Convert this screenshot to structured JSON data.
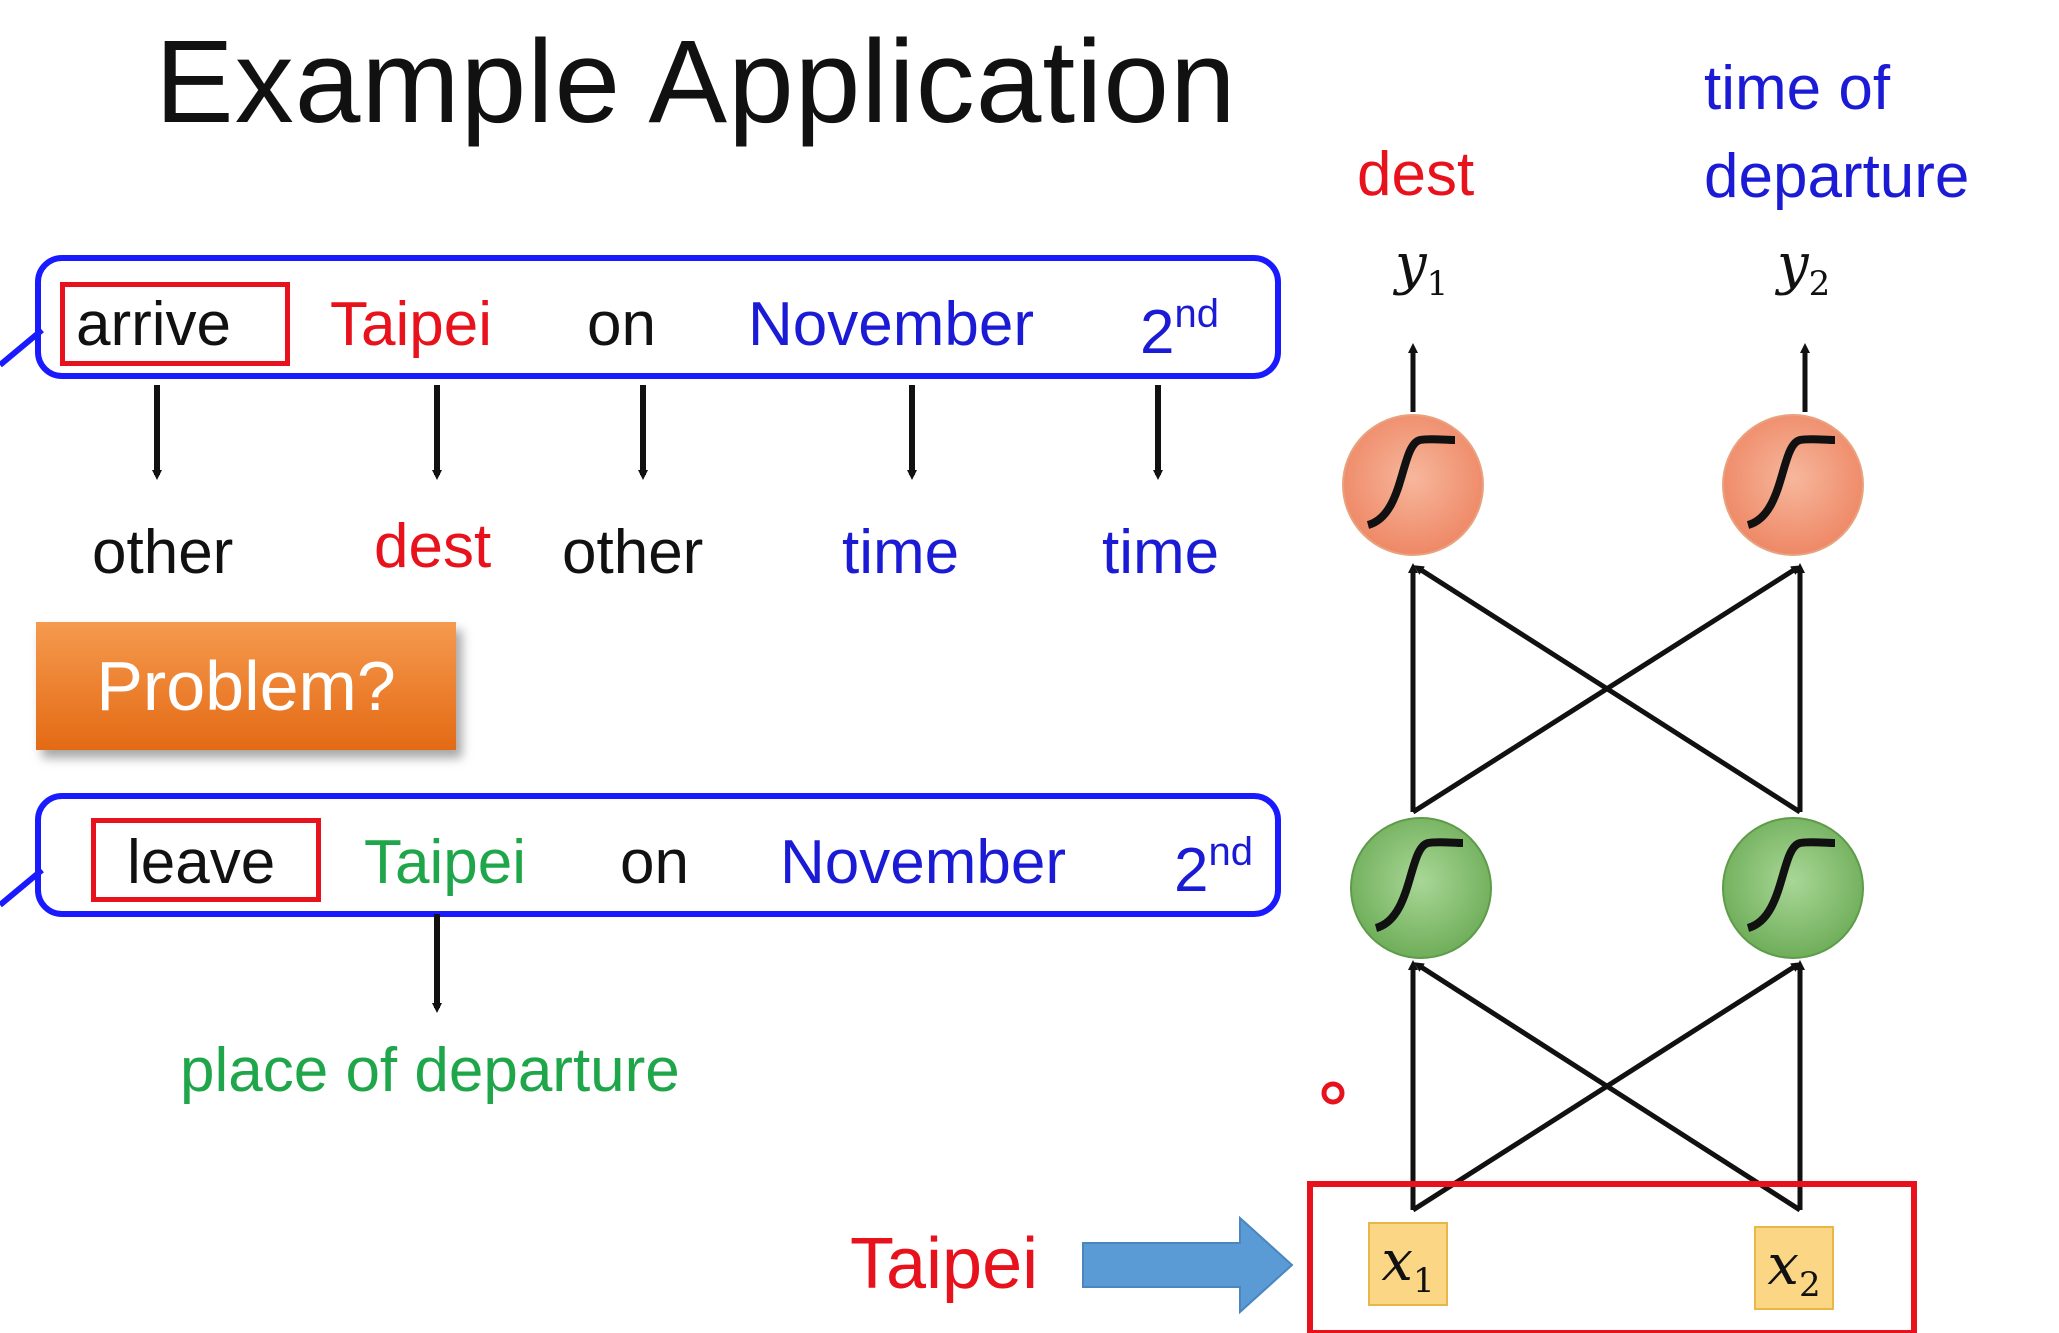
{
  "title": "Example Application",
  "sentence1": {
    "words": [
      "arrive",
      "Taipei",
      "on",
      "November",
      "2",
      "nd"
    ],
    "labels": [
      "other",
      "dest",
      "other",
      "time",
      "time"
    ]
  },
  "problem_label": "Problem?",
  "sentence2": {
    "words": [
      "leave",
      "Taipei",
      "on",
      "November",
      "2",
      "nd"
    ],
    "label": "place of departure"
  },
  "network": {
    "output_labels": {
      "dest": "dest",
      "time_of": "time of",
      "departure": "departure"
    },
    "outputs": {
      "y": "y",
      "sub1": "1",
      "sub2": "2"
    },
    "inputs": {
      "x": "x",
      "sub1": "1",
      "sub2": "2"
    },
    "input_word": "Taipei",
    "colors": {
      "hidden_neuron": "#7fbf6e",
      "output_neuron": "#f29a78",
      "input_box": "#fbd685",
      "arrow": "#5b9bd5"
    }
  }
}
